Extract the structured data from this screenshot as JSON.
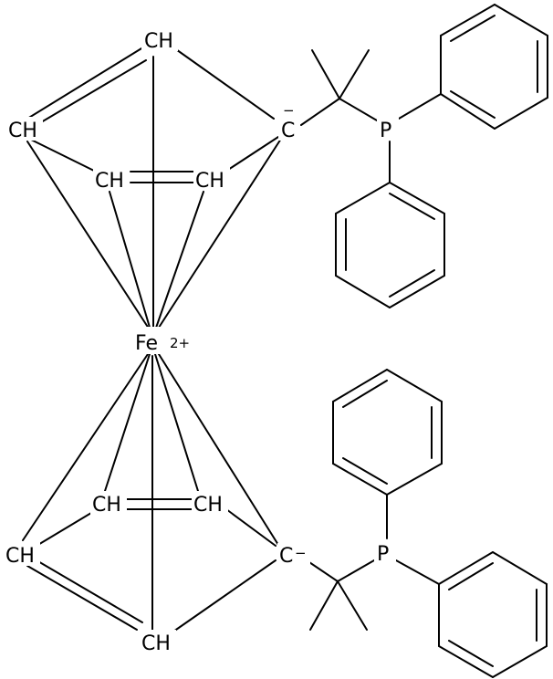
{
  "molecule": {
    "colors": {
      "bond": "#000000",
      "background": "#ffffff"
    },
    "atoms": {
      "fe": {
        "label": "Fe",
        "charge": "2+"
      },
      "cp1_top": "CH",
      "cp1_left": "CH",
      "cp1_inner_left": "CH",
      "cp1_inner_right": "CH",
      "cp1_anion": {
        "label": "C",
        "charge": "−"
      },
      "p1": "P",
      "cp2_top_left": "CH",
      "cp2_top_right": "CH",
      "cp2_left": "CH",
      "cp2_bottom": "CH",
      "cp2_anion": {
        "label": "C",
        "charge": "−"
      },
      "p2": "P"
    }
  }
}
